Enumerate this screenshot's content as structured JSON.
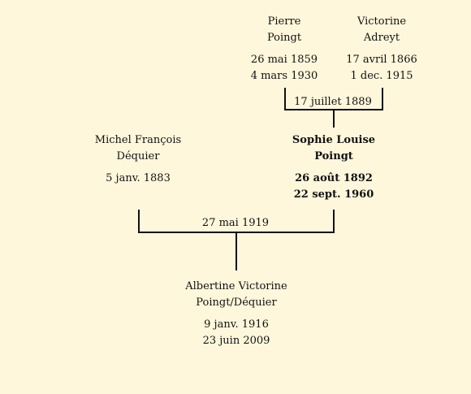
{
  "tree": {
    "pierre": {
      "first": "Pierre",
      "last": "Poingt",
      "birth": "26 mai 1859",
      "death": "4 mars 1930"
    },
    "victorine": {
      "first": "Victorine",
      "last": "Adreyt",
      "birth": "17 avril 1866",
      "death": "1 dec. 1915"
    },
    "marriage_parents": "17 juillet 1889",
    "michel": {
      "first": "Michel François",
      "last": "Déquier",
      "birth": "5 janv. 1883"
    },
    "sophie": {
      "first": "Sophie Louise",
      "last": "Poingt",
      "birth": "26 août 1892",
      "death": "22 sept. 1960"
    },
    "marriage_couple": "27 mai 1919",
    "albertine": {
      "first": "Albertine Victorine",
      "last": "Poingt/Déquier",
      "birth": "9 janv. 1916",
      "death": "23 juin 2009"
    }
  },
  "colors": {
    "background": "#fff7dc",
    "line": "#111111"
  }
}
